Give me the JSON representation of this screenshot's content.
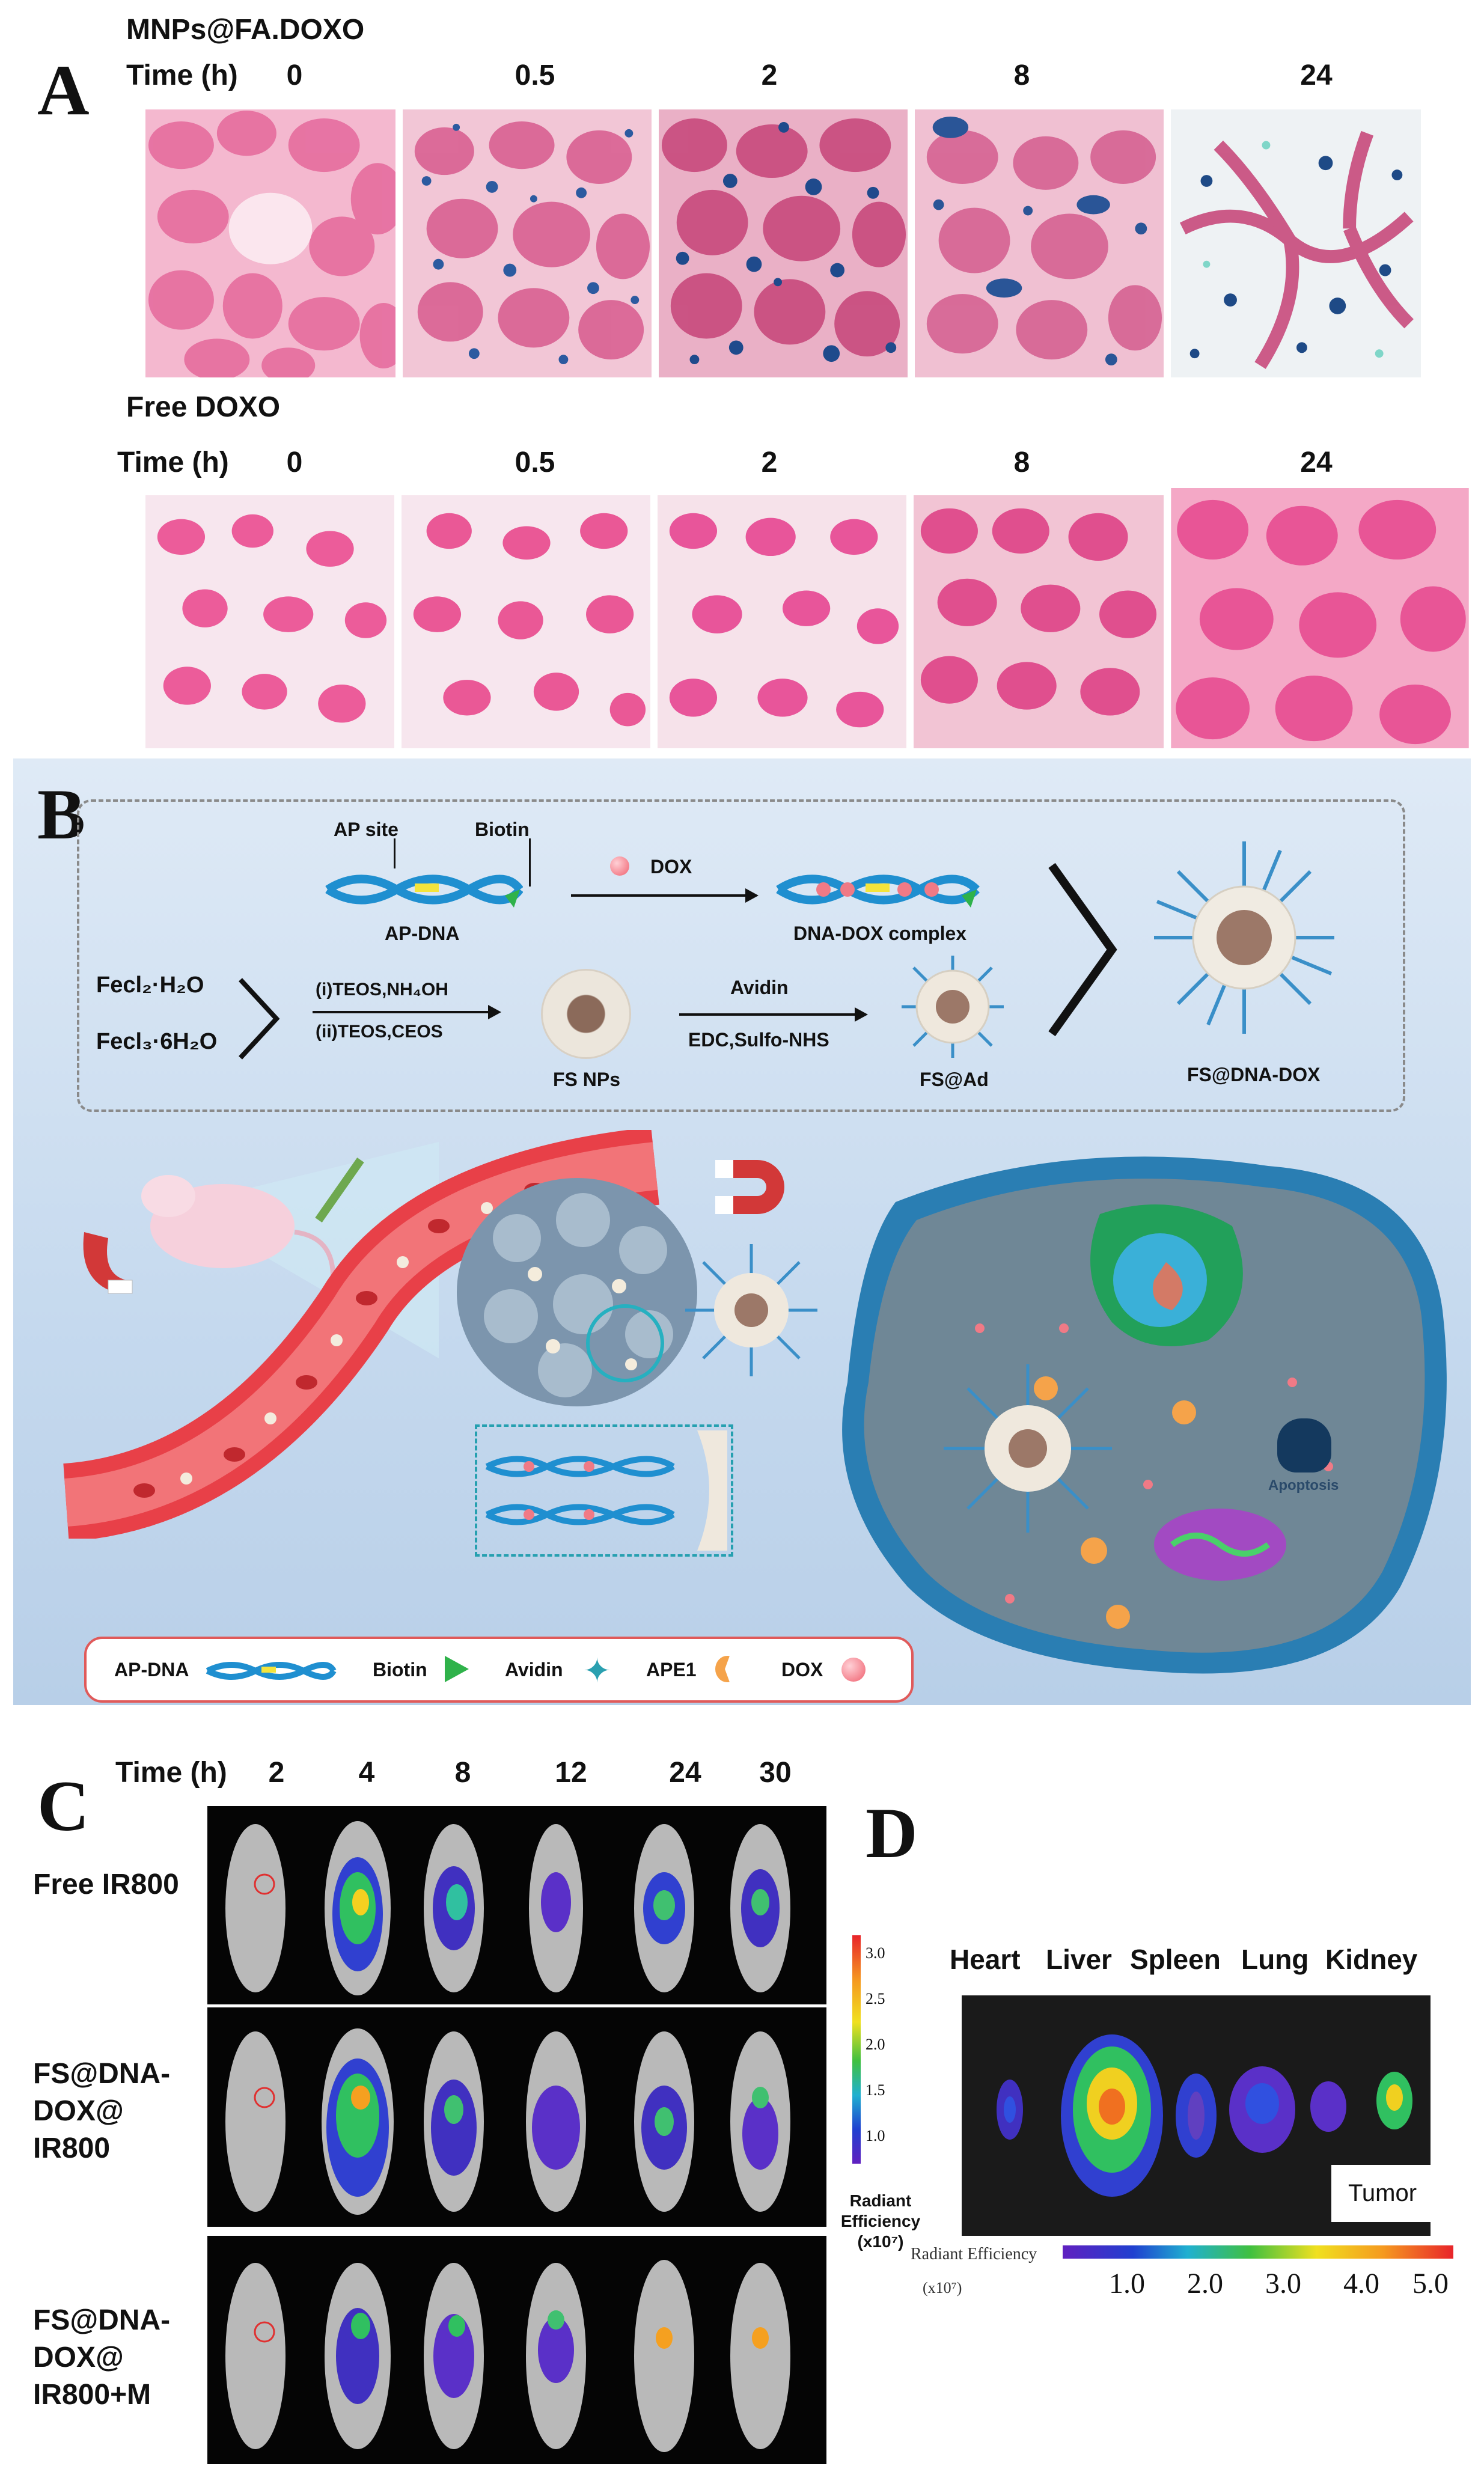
{
  "panelA": {
    "letter": "A",
    "row1": {
      "title": "MNPs@FA.DOXO",
      "time_label": "Time (h)",
      "times": [
        "0",
        "0.5",
        "2",
        "8",
        "24"
      ]
    },
    "row2": {
      "title": "Free DOXO",
      "time_label": "Time (h)",
      "times": [
        "0",
        "0.5",
        "2",
        "8",
        "24"
      ]
    }
  },
  "panelB": {
    "letter": "B",
    "scheme": {
      "ap_site": "AP site",
      "biotin": "Biotin",
      "ap_dna": "AP-DNA",
      "dox": "DOX",
      "dna_dox_complex": "DNA-DOX complex",
      "fecl2": "Fecl₂·H₂O",
      "fecl3": "Fecl₃·6H₂O",
      "step1": "(i)TEOS,NH₄OH",
      "step2": "(ii)TEOS,CEOS",
      "fs_nps": "FS NPs",
      "avidin_arrow": "Avidin",
      "edc": "EDC,Sulfo-NHS",
      "fs_ad": "FS@Ad",
      "fs_dna_dox": "FS@DNA-DOX",
      "apoptosis": "Apoptosis"
    },
    "legend": [
      {
        "label": "AP-DNA"
      },
      {
        "label": "Biotin"
      },
      {
        "label": "Avidin"
      },
      {
        "label": "APE1"
      },
      {
        "label": "DOX"
      }
    ]
  },
  "panelC": {
    "letter": "C",
    "time_label": "Time (h)",
    "times": [
      "2",
      "4",
      "8",
      "12",
      "24",
      "30"
    ],
    "rows": [
      {
        "lines": [
          "Free IR800"
        ]
      },
      {
        "lines": [
          "FS@DNA-",
          "DOX@",
          "IR800"
        ]
      },
      {
        "lines": [
          "FS@DNA-",
          "DOX@",
          "IR800+M"
        ]
      }
    ],
    "scale": {
      "ticks": [
        "3.0",
        "2.5",
        "2.0",
        "1.5",
        "1.0"
      ],
      "title_lines": [
        "Radiant",
        "Efficiency",
        "(x10⁷)"
      ]
    }
  },
  "panelD": {
    "letter": "D",
    "organs": [
      "Heart",
      "Liver",
      "Spleen",
      "Lung",
      "Kidney"
    ],
    "tumor_label": "Tumor",
    "scale": {
      "title": "Radiant Efficiency",
      "unit": "(x10⁷)",
      "ticks": [
        "1.0",
        "2.0",
        "3.0",
        "4.0",
        "5.0"
      ]
    }
  },
  "colors": {
    "he_pink": "#e86aa0",
    "prussian_blue": "#2c5aa0",
    "panelB_bg": "#c9dcef",
    "vessel_red": "#e8464a",
    "cell_blue": "#3b8fc4"
  }
}
